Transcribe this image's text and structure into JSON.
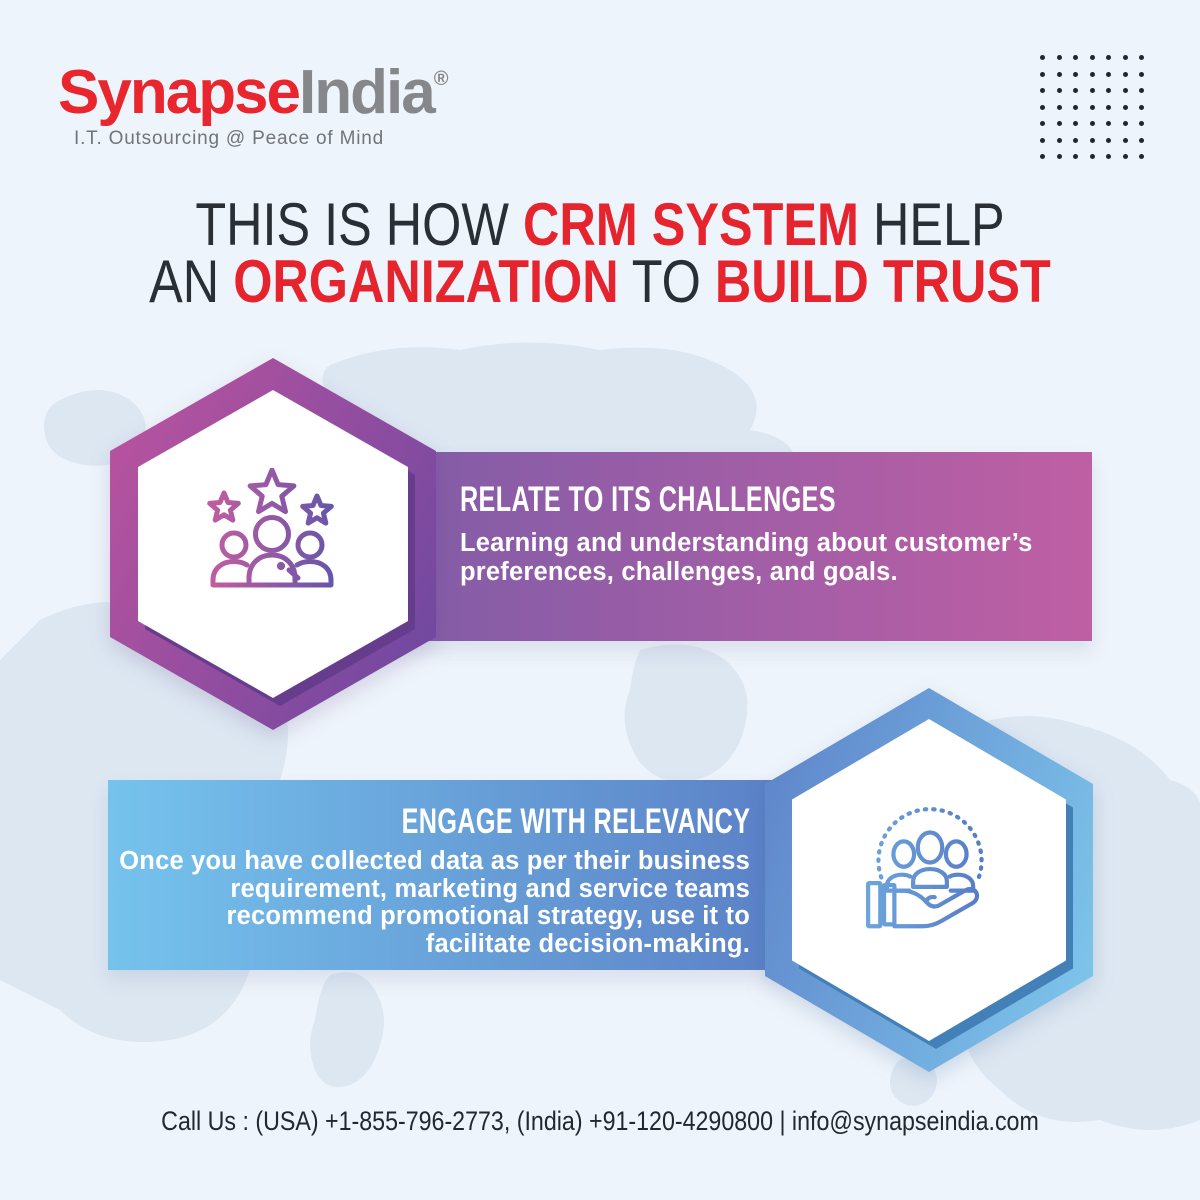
{
  "canvas": {
    "background": "#eef4fb",
    "map_color": "#dde7f2"
  },
  "logo": {
    "brand_part1": "Synapse",
    "brand_part2": "India",
    "registered_mark": "®",
    "tagline": "I.T. Outsourcing @ Peace of Mind",
    "colors": {
      "part1": "#e9252e",
      "part2": "#85878a",
      "tagline": "#717479"
    }
  },
  "decor": {
    "dot_grid": {
      "rows": 7,
      "cols": 7,
      "dot_color": "#23262c"
    }
  },
  "title": {
    "color_dark": "#2a2e35",
    "color_red": "#e6242e",
    "line1": {
      "p1": "THIS IS HOW ",
      "p2": "CRM SYSTEM",
      "p3": " HELP"
    },
    "line2": {
      "p1": "AN ",
      "p2": "ORGANIZATION",
      "p3": " TO ",
      "p4": "BUILD TRUST"
    }
  },
  "sections": [
    {
      "heading": "RELATE TO ITS CHALLENGES",
      "body_lines": [
        "Learning and understanding about customer’s",
        "preferences, challenges, and goals."
      ],
      "banner_gradient": [
        "#7b5ca8",
        "#bf5fa4"
      ],
      "hex_gradient": [
        "#b8539f",
        "#7048a0"
      ],
      "hex_shadow": "#663d8c",
      "icon": "team-rating-stars-icon",
      "icon_gradient": [
        "#c75da0",
        "#5f55aa"
      ]
    },
    {
      "heading": "ENGAGE WITH RELEVANCY",
      "body_lines": [
        "Once you have collected data as per their business",
        "requirement, marketing and service teams",
        "recommend promotional strategy, use it to",
        "facilitate decision-making."
      ],
      "banner_gradient": [
        "#75c3ed",
        "#5b80c6"
      ],
      "hex_gradient": [
        "#6088cc",
        "#7cc3ea"
      ],
      "hex_shadow": "#4480b8",
      "icon": "hand-holding-people-icon",
      "icon_gradient": [
        "#6fa9de",
        "#5373c2"
      ]
    }
  ],
  "footer": {
    "contact": "Call Us : (USA) +1-855-796-2773, (India) +91-120-4290800 | info@synapseindia.com"
  }
}
